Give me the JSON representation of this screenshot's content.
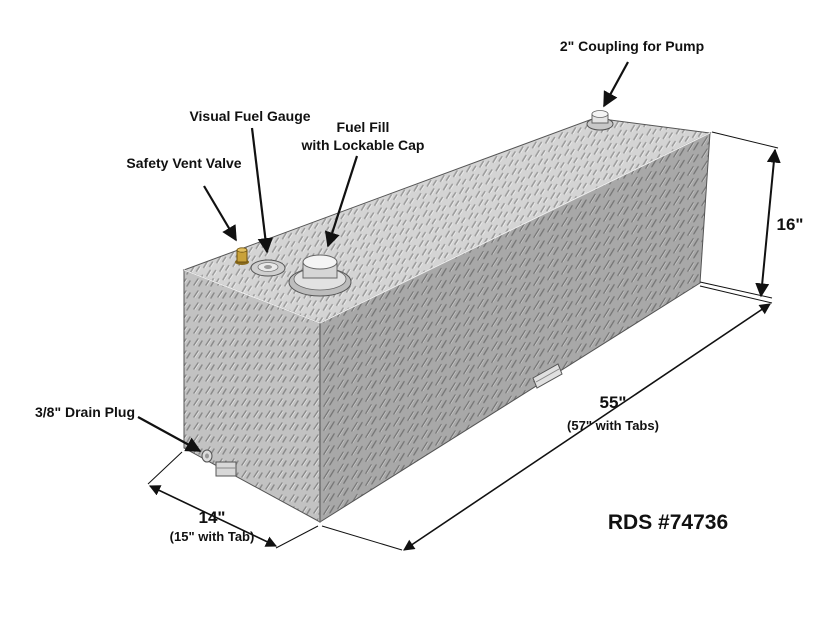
{
  "labels": {
    "coupling": "2\" Coupling for Pump",
    "gauge": "Visual Fuel Gauge",
    "fill_line1": "Fuel Fill",
    "fill_line2": "with Lockable Cap",
    "vent": "Safety Vent Valve",
    "drain": "3/8\" Drain Plug"
  },
  "dimensions": {
    "height": "16\"",
    "length": "55\"",
    "length_note": "(57\" with Tabs)",
    "width": "14\"",
    "width_note": "(15\" with Tab)"
  },
  "part_number": "RDS #74736",
  "colors": {
    "top": "#d4d4d4",
    "front": "#c2c2c2",
    "side": "#9e9e9e",
    "brass": "#c9a23a",
    "outline": "#555555"
  }
}
